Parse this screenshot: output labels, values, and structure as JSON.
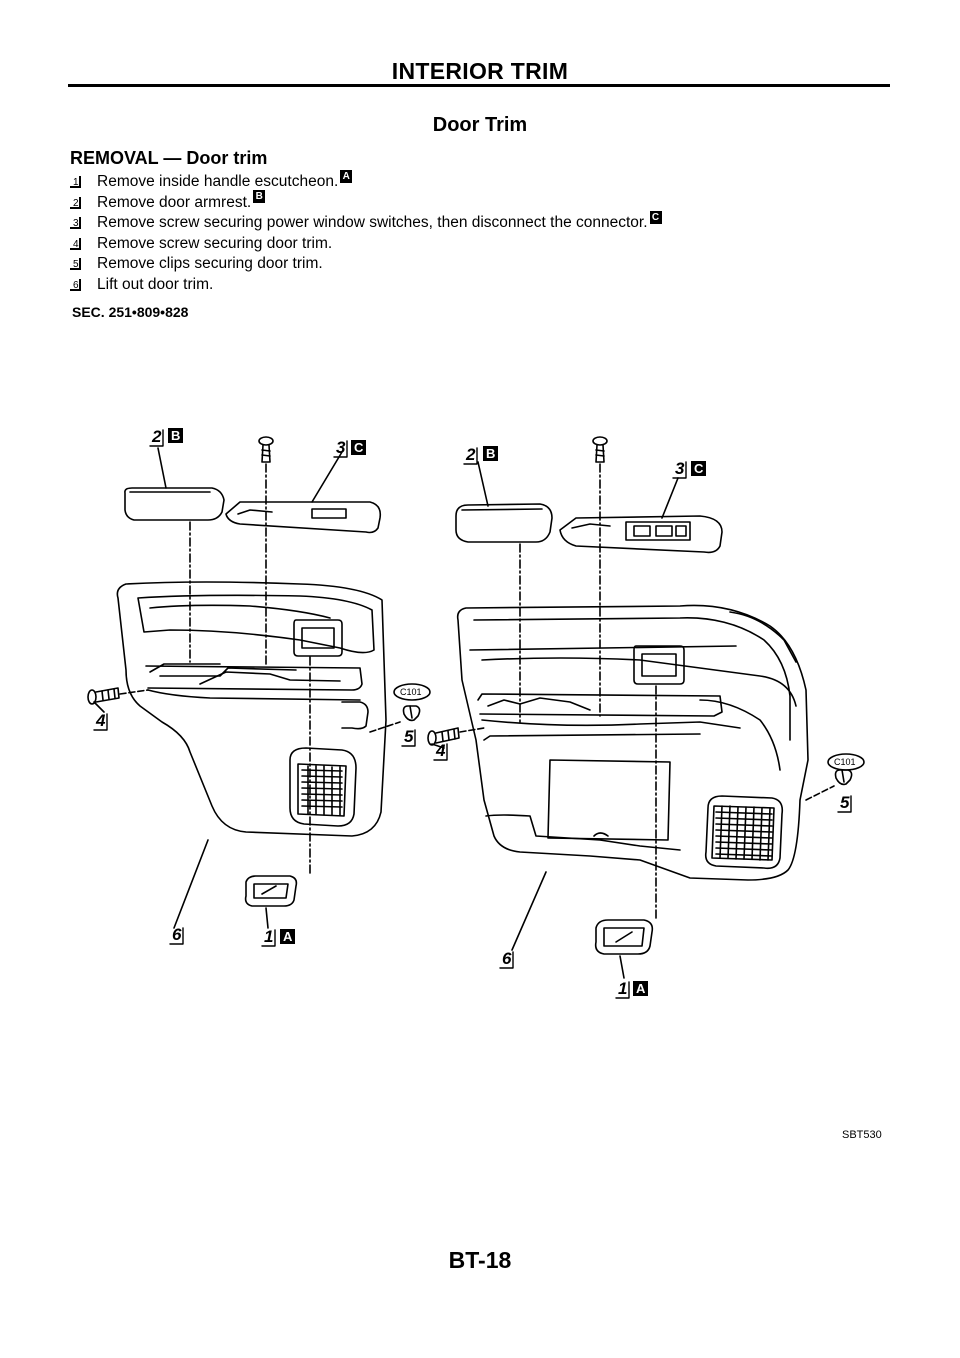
{
  "header": {
    "title": "INTERIOR TRIM"
  },
  "section": {
    "title": "Door Trim"
  },
  "procedure": {
    "heading": "REMOVAL — Door trim",
    "steps": [
      {
        "num": "1",
        "text": "Remove inside handle escutcheon.",
        "ref": "A"
      },
      {
        "num": "2",
        "text": "Remove door armrest.",
        "ref": "B"
      },
      {
        "num": "3",
        "text": "Remove screw securing power window switches, then disconnect the connector.",
        "ref": "C"
      },
      {
        "num": "4",
        "text": "Remove screw securing door trim.",
        "ref": ""
      },
      {
        "num": "5",
        "text": "Remove clips securing door trim.",
        "ref": ""
      },
      {
        "num": "6",
        "text": "Lift out door trim.",
        "ref": ""
      }
    ]
  },
  "figure": {
    "section_ref": "SEC. 251•809•828",
    "code": "SBT530",
    "clip_label": "C101",
    "callouts": {
      "n1": "1",
      "n2": "2",
      "n3": "3",
      "n4": "4",
      "n5": "5",
      "n6": "6",
      "refA": "A",
      "refB": "B",
      "refC": "C"
    }
  },
  "footer": {
    "page": "BT-18"
  }
}
